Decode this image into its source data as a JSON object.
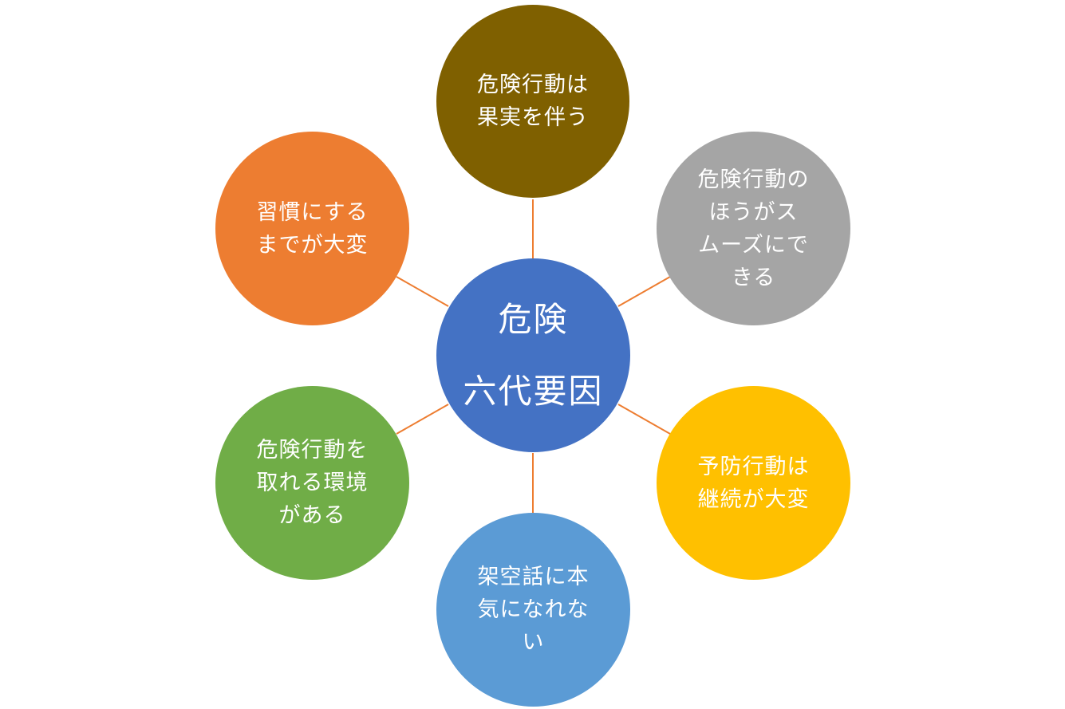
{
  "diagram": {
    "center": {
      "lines": [
        "危険",
        "六代要因"
      ],
      "color": "#4472C4"
    },
    "line_color": "#ED7D31",
    "factors": [
      {
        "id": "top",
        "lines": [
          "危険行動は",
          "果実を伴う"
        ],
        "color": "#7F6000"
      },
      {
        "id": "upper-right",
        "lines": [
          "危険行動の",
          "ほうがス",
          "ムーズにで",
          "きる"
        ],
        "color": "#A5A5A5"
      },
      {
        "id": "lower-right",
        "lines": [
          "予防行動は",
          "継続が大変"
        ],
        "color": "#FFC000"
      },
      {
        "id": "bottom",
        "lines": [
          "架空話に本",
          "気になれな",
          "い"
        ],
        "color": "#5B9BD5"
      },
      {
        "id": "lower-left",
        "lines": [
          "危険行動を",
          "取れる環境",
          "がある"
        ],
        "color": "#70AD47"
      },
      {
        "id": "upper-left",
        "lines": [
          "習慣にする",
          "までが大変"
        ],
        "color": "#ED7D31"
      }
    ]
  }
}
